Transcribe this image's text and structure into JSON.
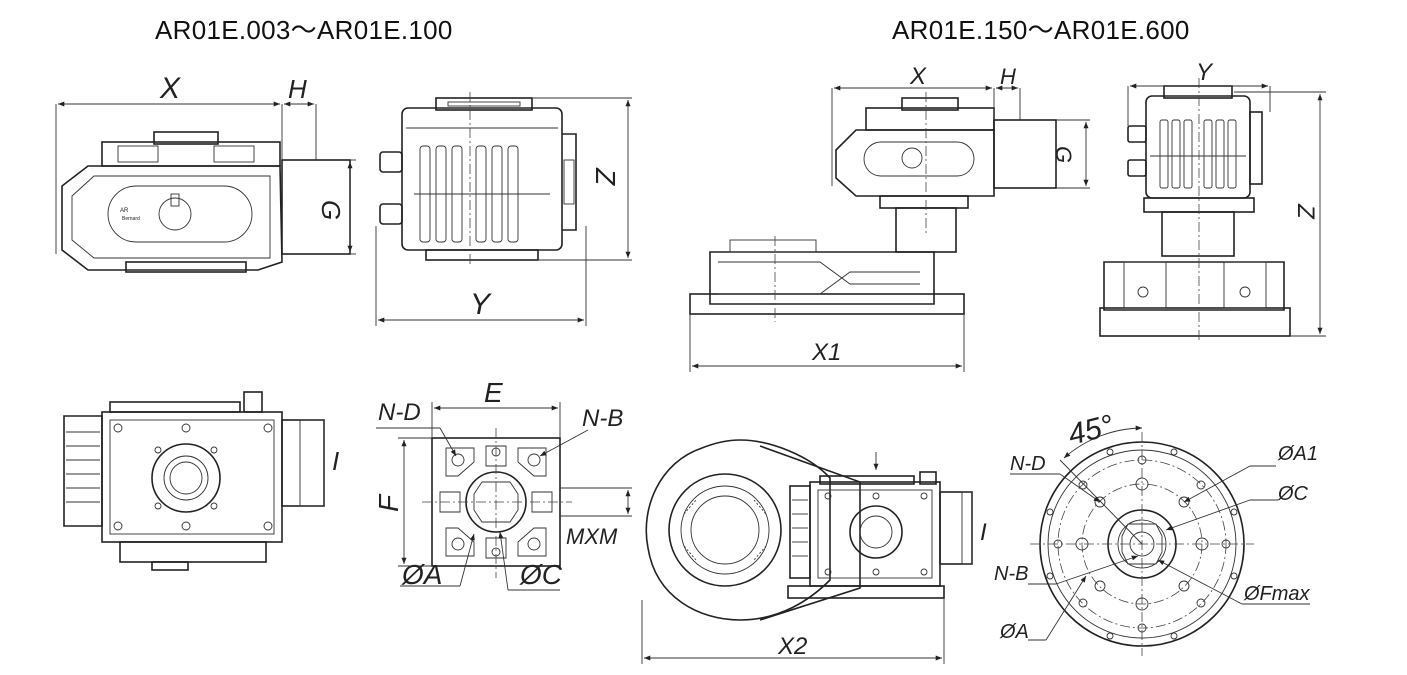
{
  "titles": {
    "left": "AR01E.003～AR01E.100",
    "right": "AR01E.150～AR01E.600"
  },
  "dims": {
    "X": "X",
    "H": "H",
    "G": "G",
    "Z": "Z",
    "Y": "Y",
    "X1": "X1",
    "X2": "X2",
    "I": "I",
    "E": "E",
    "F": "F",
    "ND": "N-D",
    "NB": "N-B",
    "PhiA": "ØA",
    "PhiC": "ØC",
    "MXM": "MXM",
    "Angle45": "45°",
    "PhiA1": "ØA1",
    "PhiCs": "ØC",
    "PhiFmax": "ØFmax"
  }
}
